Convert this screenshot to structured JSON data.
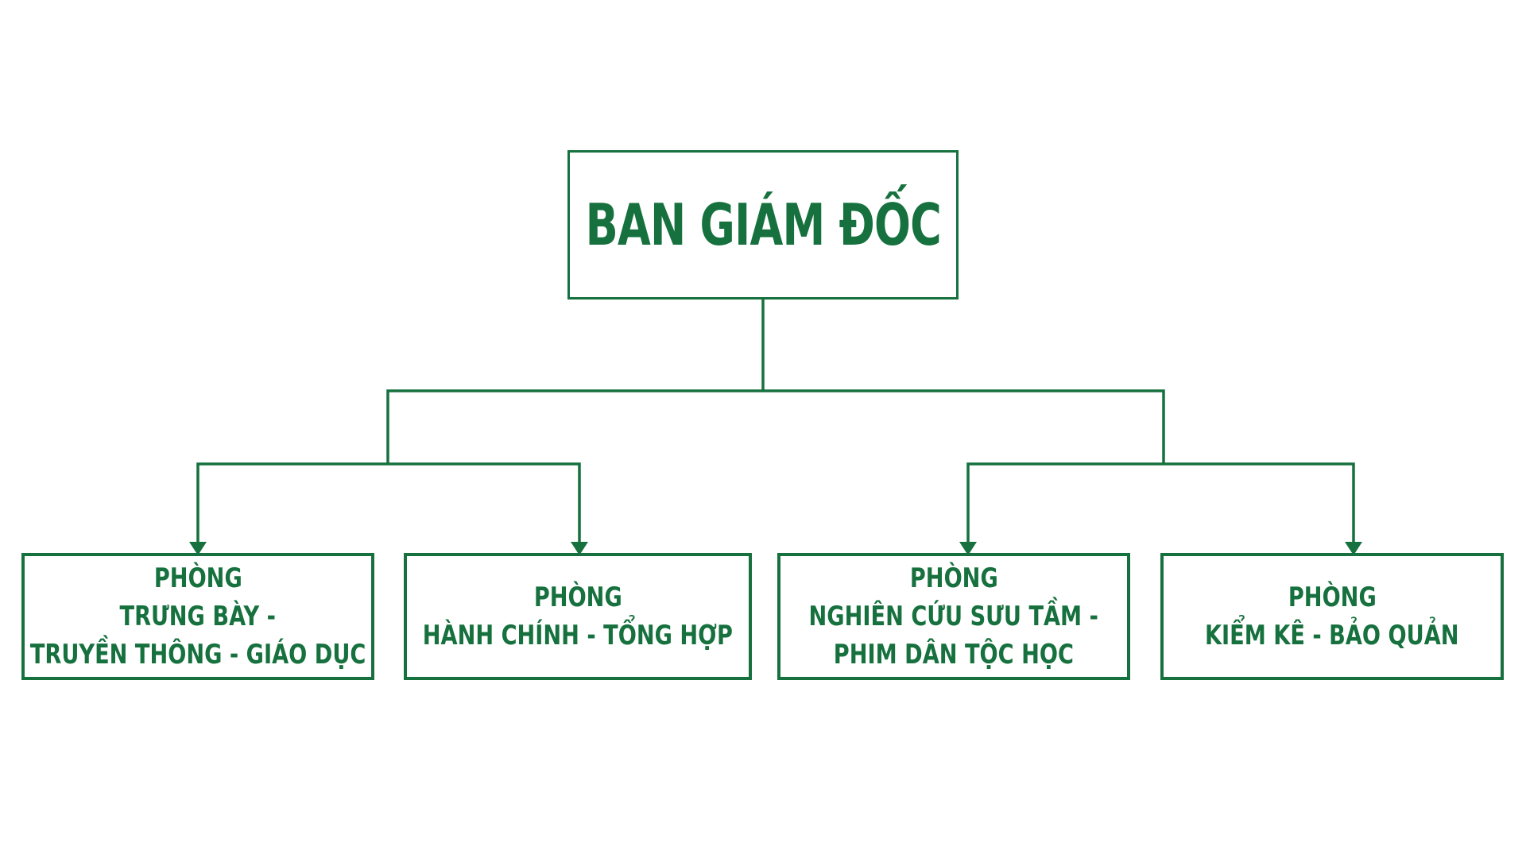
{
  "diagram": {
    "type": "org-chart",
    "accent_color": "#16713e",
    "background_color": "#ffffff",
    "root": {
      "title": "BAN GIÁM ĐỐC"
    },
    "departments": [
      {
        "lines": [
          "PHÒNG",
          "TRƯNG BÀY -",
          "TRUYỀN THÔNG - GIÁO DỤC"
        ]
      },
      {
        "lines": [
          "PHÒNG",
          "HÀNH CHÍNH - TỔNG HỢP"
        ]
      },
      {
        "lines": [
          "PHÒNG",
          "NGHIÊN CỨU SƯU TẦM -",
          "PHIM DÂN TỘC HỌC"
        ]
      },
      {
        "lines": [
          "PHÒNG",
          "KIỂM KÊ - BẢO QUẢN"
        ]
      }
    ]
  }
}
